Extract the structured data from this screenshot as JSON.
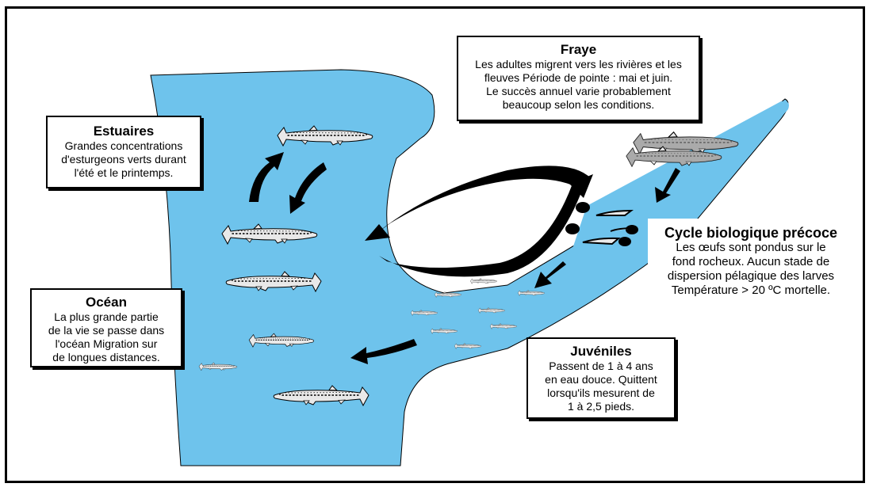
{
  "labels": {
    "fraye": {
      "title": "Fraye",
      "lines": [
        "Les adultes migrent vers les rivières et les",
        "fleuves Période de pointe : mai et juin.",
        "Le succès annuel varie probablement",
        "beaucoup selon les conditions."
      ]
    },
    "estuaires": {
      "title": "Estuaires",
      "lines": [
        "Grandes concentrations",
        "d'esturgeons verts durant",
        "l'été et le printemps."
      ]
    },
    "ocean": {
      "title": "Océan",
      "lines": [
        "La plus grande partie",
        "de la vie se passe dans",
        "l'océan Migration sur",
        "de longues distances."
      ]
    },
    "cycle": {
      "title": "Cycle biologique précoce",
      "lines": [
        "Les œufs sont pondus sur le",
        "fond rocheux. Aucun stade de",
        "dispersion pélagique des larves",
        "Température > 20 ºC mortelle."
      ]
    },
    "juveniles": {
      "title": "Juvéniles",
      "lines": [
        "Passent de 1 à 4 ans",
        "en eau douce. Quittent",
        "lorsqu'ils mesurent de",
        "1 à 2,5 pieds."
      ]
    }
  },
  "colors": {
    "water": "#6ec3ec",
    "fish_body": "#e9e9e9",
    "adult_fish": "#8f8f8f",
    "outline": "#000000"
  }
}
